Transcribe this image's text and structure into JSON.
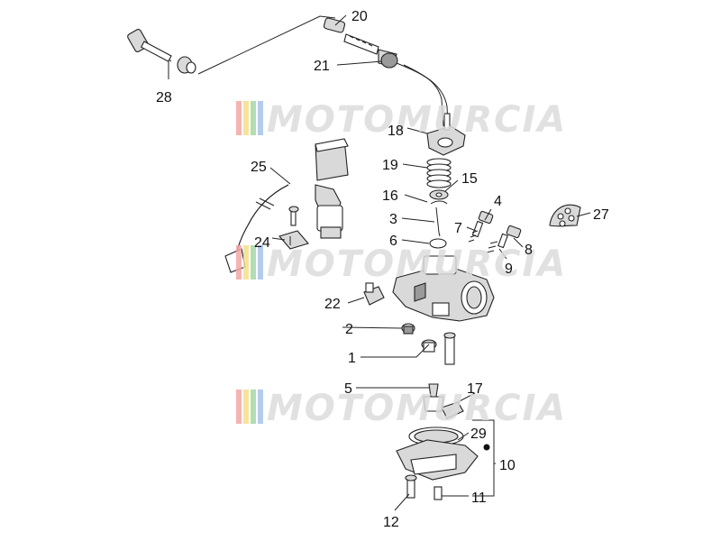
{
  "watermark": {
    "text": "MOTOMURCIA",
    "stripe_colors": [
      "#f4a6a6",
      "#f6e08a",
      "#a6d8a6",
      "#a6c4e8"
    ]
  },
  "labels": {
    "p1": "1",
    "p2": "2",
    "p3": "3",
    "p4": "4",
    "p5": "5",
    "p6": "6",
    "p7": "7",
    "p8": "8",
    "p9": "9",
    "p10": "10",
    "p11": "11",
    "p12": "12",
    "p15": "15",
    "p16": "16",
    "p17": "17",
    "p18": "18",
    "p19": "19",
    "p20": "20",
    "p21": "21",
    "p22": "22",
    "p24": "24",
    "p25": "25",
    "p27": "27",
    "p28": "28",
    "p29": "29"
  }
}
